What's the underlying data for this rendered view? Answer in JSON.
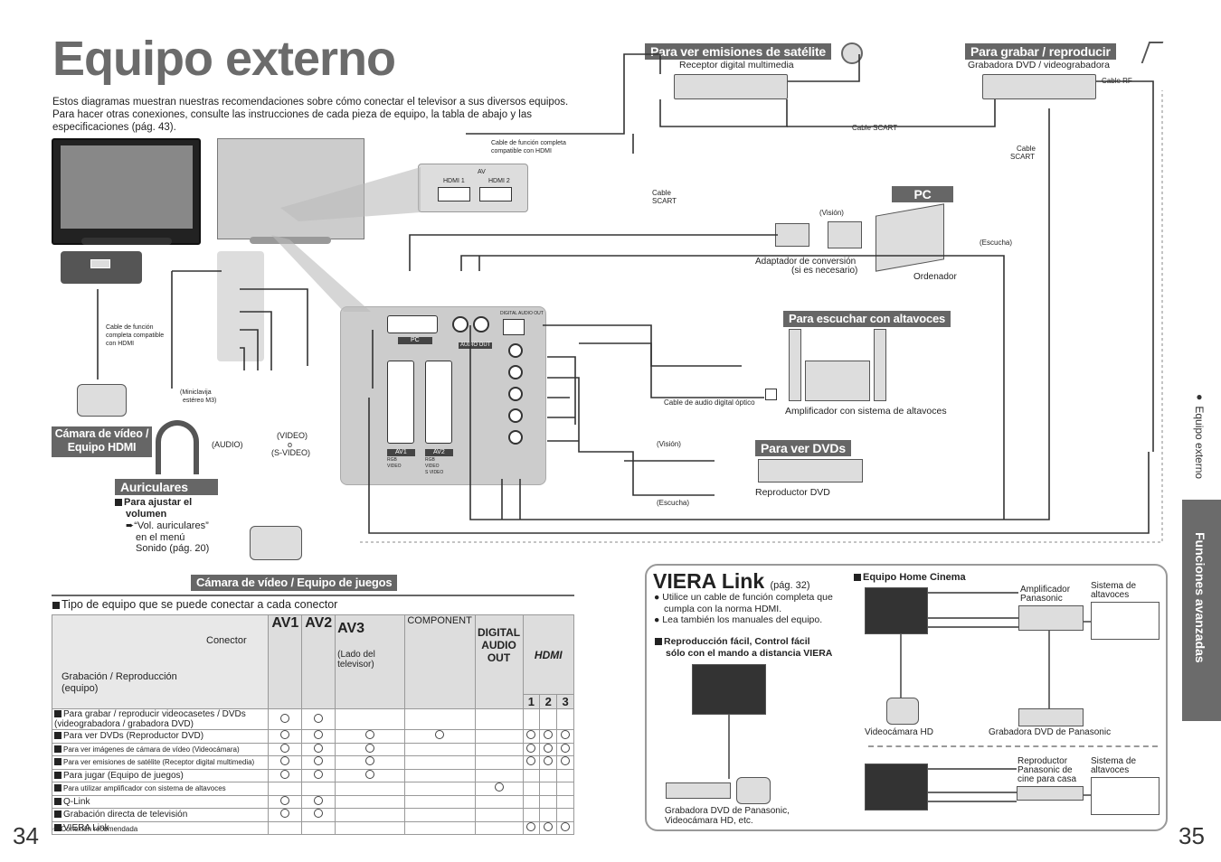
{
  "page": {
    "title": "Equipo externo",
    "intro": "Estos diagramas muestran nuestras recomendaciones sobre cómo conectar el televisor a sus diversos equipos. Para hacer otras conexiones, consulte las instrucciones de cada pieza de equipo, la tabla de abajo y las especificaciones (pág. 43).",
    "page_left": "34",
    "page_right": "35",
    "side_small": "Equipo externo",
    "side_tab": "Funciones avanzadas"
  },
  "headers": {
    "satellite": "Para ver emisiones de satélite",
    "record": "Para grabar / reproducir",
    "pc": "PC",
    "speakers": "Para escuchar con altavoces",
    "dvd": "Para ver DVDs",
    "camcorder_hdmi": "Cámara de vídeo / Equipo HDMI",
    "headphones": "Auriculares",
    "camcorder_games": "Cámara de vídeo / Equipo de juegos"
  },
  "labels": {
    "receiver": "Receptor digital multimedia",
    "recorder": "Grabadora DVD / videograbadora",
    "cable_rf": "Cable RF",
    "cable_scart": "Cable SCART",
    "cable_scart_a": "Cable",
    "cable_scart_b": "SCART",
    "hdmi_cable_1": "Cable de función completa",
    "hdmi_cable_2": "compatible con HDMI",
    "hdmi_cable_left_1": "Cable de función",
    "hdmi_cable_left_2": "completa compatible",
    "hdmi_cable_left_3": "con HDMI",
    "vision": "(Visión)",
    "escucha": "(Escucha)",
    "adapter_1": "Adaptador de conversión",
    "adapter_2": "(si es necesario)",
    "computer": "Ordenador",
    "optical": "Cable de audio digital óptico",
    "amplifier": "Amplificador con sistema de altavoces",
    "dvd_player": "Reproductor DVD",
    "minijack_1": "(Miniclavija",
    "minijack_2": "estéreo M3)",
    "audio": "(AUDIO)",
    "video_1": "(VIDEO)",
    "video_2": "o",
    "video_3": "(S-VIDEO)",
    "adjust_volume_1": "Para ajustar el",
    "adjust_volume_2": "volumen",
    "volume_ref_1": "“Vol. auriculares”",
    "volume_ref_2": "en el menú",
    "volume_ref_3": "Sonido (pág. 20)",
    "hdmi1": "HDMI 1",
    "hdmi2": "HDMI 2",
    "av": "AV",
    "panel_pc": "PC",
    "panel_audio_out": "AUDIO OUT",
    "panel_av1": "AV1",
    "panel_av2": "AV2",
    "panel_digital": "DIGITAL AUDIO OUT",
    "av_rgb": "RGB",
    "av_video": "VIDEO",
    "av_svideo": "S VIDEO",
    "o": "O"
  },
  "table": {
    "caption": "Tipo de equipo que se puede conectar a cada conector",
    "header_connector": "Conector",
    "header_device_1": "Grabación / Reproducción",
    "header_device_2": "(equipo)",
    "col_av1": "AV1",
    "col_av2": "AV2",
    "col_av3": "AV3",
    "col_av3_sub_1": "(Lado del",
    "col_av3_sub_2": "televisor)",
    "col_component": "COMPONENT",
    "col_digital_1": "DIGITAL",
    "col_digital_2": "AUDIO",
    "col_digital_3": "OUT",
    "hdmi_logo": "HDMI",
    "hdmi_1": "1",
    "hdmi_2": "2",
    "hdmi_3": "3",
    "mark": "○",
    "rows": [
      {
        "label": "Para grabar / reproducir videocasetes / DVDs (videograbadora / grabadora DVD)"
      },
      {
        "label": "Para ver DVDs (Reproductor DVD)"
      },
      {
        "label": "Para ver imágenes de cámara de vídeo (Videocámara)"
      },
      {
        "label": "Para ver emisiones de satélite (Receptor digital multimedia)"
      },
      {
        "label": "Para jugar (Equipo de juegos)"
      },
      {
        "label": "Para utilizar amplificador con sistema de altavoces"
      },
      {
        "label": "Q-Link"
      },
      {
        "label": "Grabación directa de televisión"
      },
      {
        "label": "VIERA Link"
      }
    ],
    "footnote": "○: Conexión recomendada"
  },
  "viera": {
    "title": "VIERA Link",
    "page_ref": "(pág. 32)",
    "bullet1_1": "Utilice un cable de función completa que",
    "bullet1_2": "cumpla con la norma HDMI.",
    "bullet2": "Lea también los manuales del equipo.",
    "easy_1": "Reproducción fácil, Control fácil",
    "easy_2": "sólo con el mando a distancia VIERA",
    "home_cinema": "Equipo Home Cinema",
    "amp_1": "Amplificador",
    "amp_2": "Panasonic",
    "spk_1": "Sistema de",
    "spk_2": "altavoces",
    "videocam": "Videocámara HD",
    "dvd_rec": "Grabadora DVD de Panasonic",
    "bottom_1": "Grabadora DVD de Panasonic,",
    "bottom_2": "Videocámara HD, etc.",
    "player_1": "Reproductor",
    "player_2": "Panasonic de",
    "player_3": "cine para casa"
  }
}
